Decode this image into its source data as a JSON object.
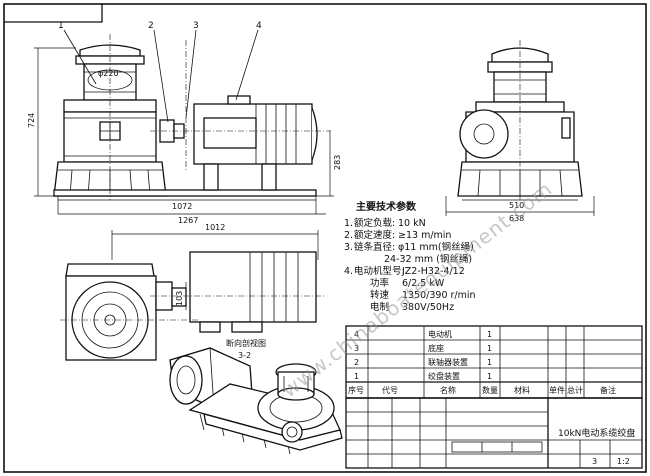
{
  "dimensions": {
    "d_flange": "φ220",
    "h_total": "724",
    "h_motor": "283",
    "w_base": "1072",
    "w_total": "1267",
    "w_side_base": "510",
    "w_side_total": "638",
    "w_top": "1012",
    "top_small": "103"
  },
  "part_callouts": [
    "1",
    "2",
    "3",
    "4"
  ],
  "section_label": "断向剖视图",
  "section_id": "3-2",
  "specs": {
    "title": "主要技术参数",
    "rows": [
      {
        "no": "1.",
        "label": "额定负载:",
        "value": "10 kN"
      },
      {
        "no": "2.",
        "label": "额定速度:",
        "value": "≥13 m/min"
      },
      {
        "no": "3.",
        "label": "链条直径:",
        "value": "φ11 mm(钢丝绳)"
      },
      {
        "no": "",
        "label": "",
        "value": "24-32 mm (钢丝绳)"
      },
      {
        "no": "4.",
        "label": "电动机型号:",
        "value": "JZ2-H32-4/12"
      },
      {
        "no": "",
        "label": "功率",
        "value": "6/2.5 kW"
      },
      {
        "no": "",
        "label": "转速",
        "value": "1350/390 r/min"
      },
      {
        "no": "",
        "label": "电制",
        "value": "380V/50Hz"
      }
    ]
  },
  "parts_table": {
    "rows": [
      {
        "no": "4",
        "name": "电动机",
        "qty": "1"
      },
      {
        "no": "3",
        "name": "底座",
        "qty": "1"
      },
      {
        "no": "2",
        "name": "联轴器装置",
        "qty": "1"
      },
      {
        "no": "1",
        "name": "绞盘装置",
        "qty": "1"
      }
    ],
    "header": {
      "no": "序号",
      "code": "代号",
      "name": "名称",
      "qty": "数量",
      "material": "材料",
      "unit_weight": "单件",
      "total_weight": "总计",
      "note": "备注"
    }
  },
  "title_block": {
    "title": "10kN电动系缆绞盘",
    "scale_a": "3",
    "scale_b": "1:2"
  },
  "watermark": "www.chinaboatequipment.com"
}
